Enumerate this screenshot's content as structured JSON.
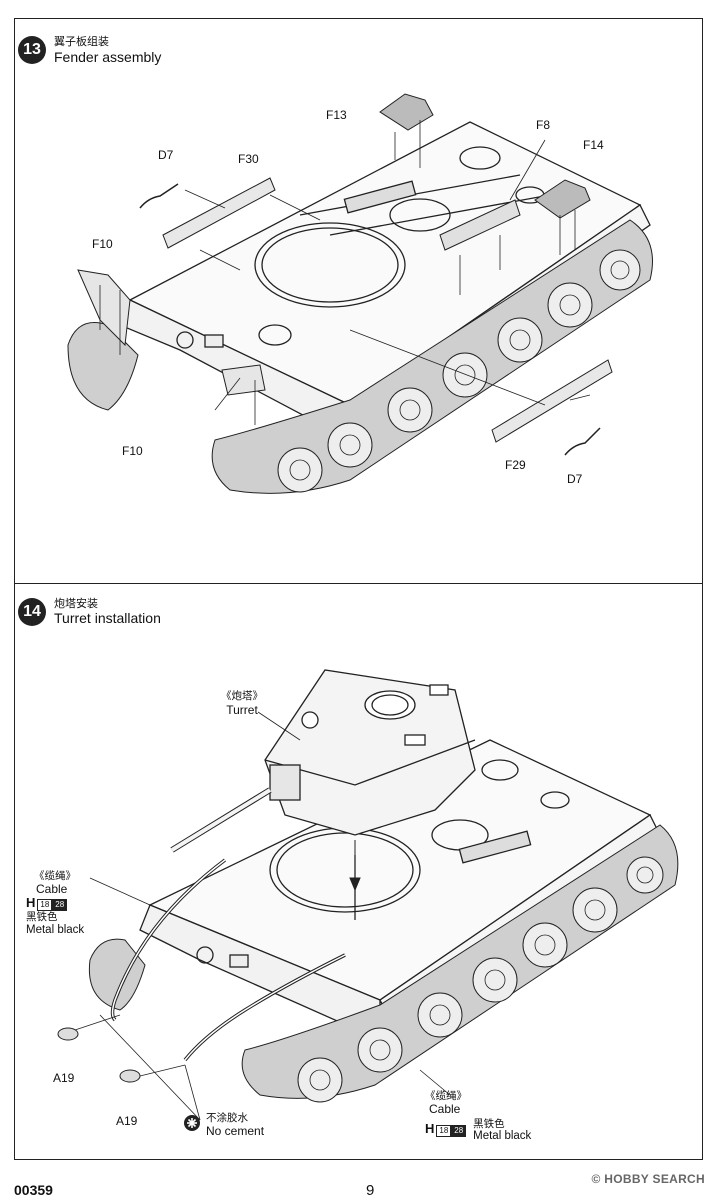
{
  "step13": {
    "number": "13",
    "title_cn": "翼子板组装",
    "title_en": "Fender assembly",
    "labels": {
      "f13": "F13",
      "f8": "F8",
      "f14": "F14",
      "d7_top": "D7",
      "f30": "F30",
      "f10_left": "F10",
      "f10_bottom": "F10",
      "f29": "F29",
      "d7_bottom": "D7"
    }
  },
  "step14": {
    "number": "14",
    "title_cn": "炮塔安装",
    "title_en": "Turret installation",
    "turret_cn": "《炮塔》",
    "turret_en": "Turret",
    "cable_left": {
      "cn": "《缆绳》",
      "en": "Cable",
      "paint_letter": "H",
      "paint_code_1": "18",
      "paint_code_2": "28",
      "color_cn": "黑铁色",
      "color_en": "Metal black"
    },
    "cable_right": {
      "cn": "《缆绳》",
      "en": "Cable",
      "paint_letter": "H",
      "paint_code_1": "18",
      "paint_code_2": "28",
      "color_cn": "黑铁色",
      "color_en": "Metal black"
    },
    "a19_left": "A19",
    "a19_bottom": "A19",
    "no_cement_cn": "不涂胶水",
    "no_cement_en": "No cement"
  },
  "footer": {
    "product_code": "00359",
    "page_number": "9",
    "watermark": "© HOBBY SEARCH"
  }
}
